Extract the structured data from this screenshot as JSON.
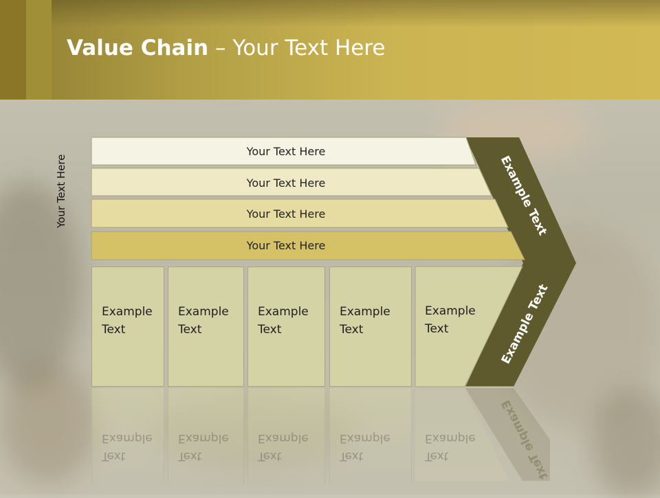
{
  "header": {
    "title_bold": "Value Chain",
    "title_rest": " – Your Text Here"
  },
  "side_label": "Your Text Here",
  "rows": [
    {
      "label": "Your Text Here",
      "color": "#f5f3e3"
    },
    {
      "label": "Your Text Here",
      "color": "#efe9c6"
    },
    {
      "label": "Your Text Here",
      "color": "#e6dca2"
    },
    {
      "label": "Your Text Here",
      "color": "#d6c266"
    }
  ],
  "cells": [
    {
      "line1": "Example",
      "line2": "Text"
    },
    {
      "line1": "Example",
      "line2": "Text"
    },
    {
      "line1": "Example",
      "line2": "Text"
    },
    {
      "line1": "Example",
      "line2": "Text"
    },
    {
      "line1": "Example",
      "line2": "Text"
    }
  ],
  "chevron": {
    "upper_label": "Example Text",
    "lower_label": "Example Text",
    "color": "#5e5a2d"
  }
}
